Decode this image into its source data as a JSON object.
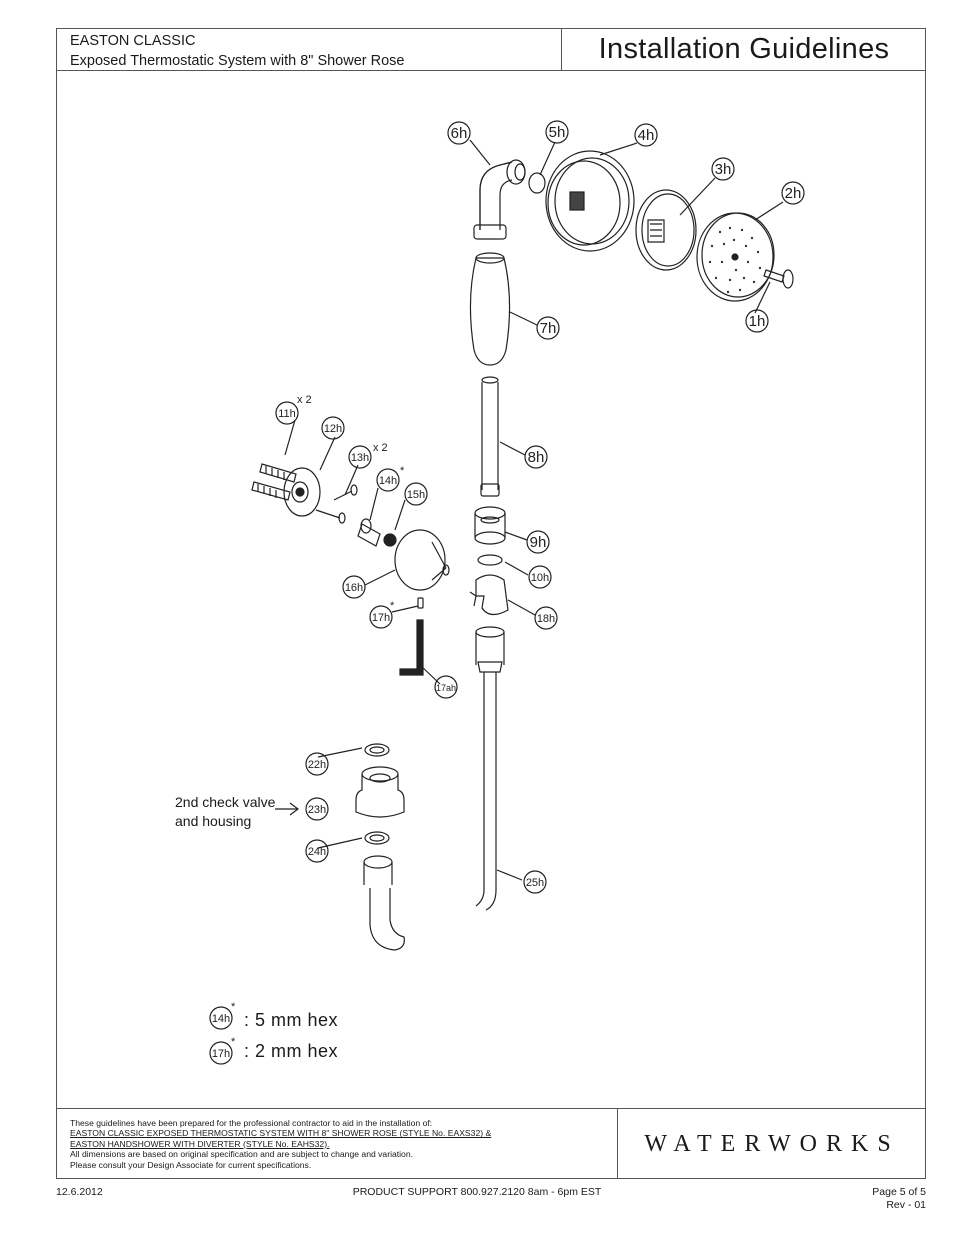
{
  "header": {
    "product_line": "EASTON CLASSIC",
    "product_desc": "Exposed Thermostatic System with 8\" Shower Rose",
    "doc_title": "Installation Guidelines"
  },
  "diagram": {
    "parts": [
      "1h",
      "2h",
      "3h",
      "4h",
      "5h",
      "6h",
      "7h",
      "8h",
      "9h",
      "10h",
      "11h",
      "12h",
      "13h",
      "14h",
      "15h",
      "16h",
      "17h",
      "17ah",
      "18h",
      "22h",
      "23h",
      "24h",
      "25h"
    ],
    "qty_11h": "x  2",
    "qty_13h": "x  2",
    "asterisk": "*",
    "check_valve_line1": "2nd check valve",
    "check_valve_line2": "and housing"
  },
  "legend": [
    {
      "part": "14h",
      "text": ":  5  mm  hex"
    },
    {
      "part": "17h",
      "text": ":  2  mm  hex"
    }
  ],
  "footer": {
    "line1": "These guidelines have been prepared for the professional contractor to aid in the installation of:",
    "line2": "EASTON CLASSIC EXPOSED THERMOSTATIC SYSTEM WITH 8\" SHOWER ROSE (STYLE No. EAXS32) &",
    "line3": "EASTON HANDSHOWER WITH DIVERTER (STYLE No. EAHS32).",
    "line4": "All dimensions are based on original specification and are subject to change and variation.",
    "line5": "Please consult your Design Associate for current specifications.",
    "brand": "WATERWORKS"
  },
  "bottom": {
    "date": "12.6.2012",
    "support": "PRODUCT SUPPORT 800.927.2120 8am - 6pm EST",
    "page": "Page 5 of 5",
    "rev": "Rev - 01"
  }
}
